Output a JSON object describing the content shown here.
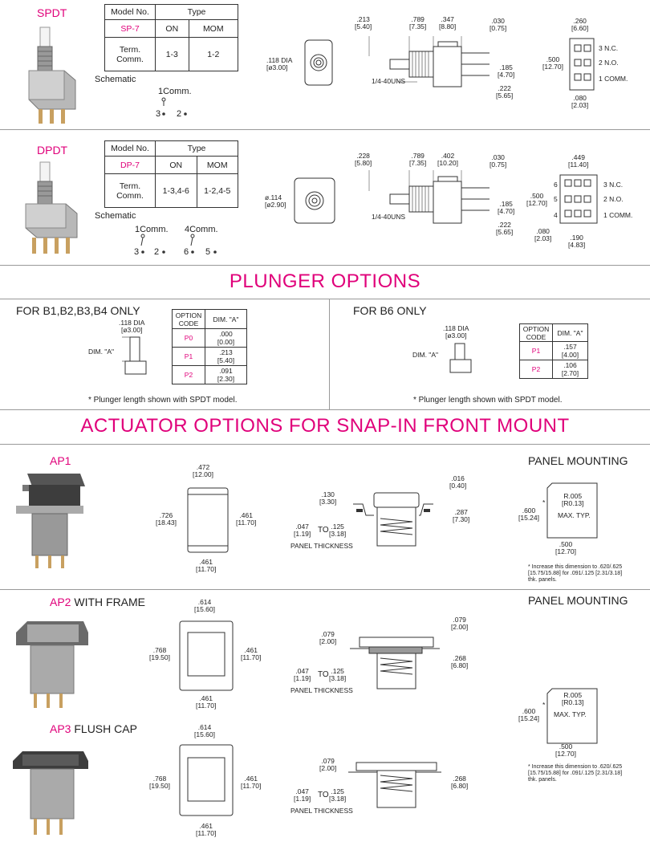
{
  "spdt": {
    "label": "SPDT",
    "table": {
      "h_model": "Model No.",
      "h_type": "Type",
      "model": "SP-7",
      "on": "ON",
      "mom": "MOM",
      "term": "Term.\nComm.",
      "term_on": "1-3",
      "term_mom": "1-2"
    },
    "schematic": "Schematic",
    "comm": "1Comm.",
    "pin3": "3",
    "pin2": "2",
    "dia": ".118  DIA\n[ø3.00]",
    "dims": {
      "d213": ".213\n[5.40]",
      "d789": ".789\n[7.35]",
      "d347": ".347\n[8.80]",
      "d030": ".030\n[0.75]",
      "d185": ".185\n[4.70]",
      "d222": ".222\n[5.65]",
      "thread": "1/4-40UNS",
      "d260": ".260\n[6.60]",
      "d500": ".500\n[12.70]",
      "d080": ".080\n[2.03]",
      "nc": "3 N.C.",
      "no": "2 N.O.",
      "com": "1 COMM."
    }
  },
  "dpdt": {
    "label": "DPDT",
    "table": {
      "h_model": "Model No.",
      "h_type": "Type",
      "model": "DP-7",
      "on": "ON",
      "mom": "MOM",
      "term": "Term.\nComm.",
      "term_on": "1-3,4-6",
      "term_mom": "1-2,4-5"
    },
    "schematic": "Schematic",
    "comm1": "1Comm.",
    "comm4": "4Comm.",
    "pin3": "3",
    "pin2": "2",
    "pin6": "6",
    "pin5": "5",
    "dia": "ø.114\n[ø2.90]",
    "dims": {
      "d228": ".228\n[5.80]",
      "d789": ".789\n[7.35]",
      "d402": ".402\n[10.20]",
      "d030": ".030\n[0.75]",
      "d185": ".185\n[4.70]",
      "d222": ".222\n[5.65]",
      "thread": "1/4-40UNS",
      "d449": ".449\n[11.40]",
      "d500": ".500\n[12.70]",
      "d080": ".080\n[2.03]",
      "d190": ".190\n[4.83]",
      "p6": "6",
      "p5": "5",
      "p4": "4",
      "nc": "3 N.C.",
      "no": "2 N.O.",
      "com": "1 COMM."
    }
  },
  "plunger": {
    "title": "PLUNGER OPTIONS",
    "left": {
      "heading": "FOR B1,B2,B3,B4 ONLY",
      "dia": ".118  DIA\n[ø3.00]",
      "dim_a": "DIM. \"A\"",
      "h_opt": "OPTION\nCODE",
      "h_dim": "DIM. \"A\"",
      "rows": [
        {
          "code": "P0",
          "val": ".000\n[0.00]"
        },
        {
          "code": "P1",
          "val": ".213\n[5.40]"
        },
        {
          "code": "P2",
          "val": ".091\n[2.30]"
        }
      ],
      "note": "* Plunger length shown with SPDT model."
    },
    "right": {
      "heading": "FOR B6 ONLY",
      "dia": ".118  DIA\n[ø3.00]",
      "dim_a": "DIM. \"A\"",
      "h_opt": "OPTION\nCODE",
      "h_dim": "DIM. \"A\"",
      "rows": [
        {
          "code": "P1",
          "val": ".157\n[4.00]"
        },
        {
          "code": "P2",
          "val": ".106\n[2.70]"
        }
      ],
      "note": "* Plunger length shown with SPDT model."
    }
  },
  "actuator": {
    "title": "ACTUATOR OPTIONS FOR SNAP-IN FRONT MOUNT",
    "ap1": {
      "code": "AP1",
      "d472": ".472\n[12.00]",
      "d726": ".726\n[18.43]",
      "d461r": ".461\n[11.70]",
      "d461b": ".461\n[11.70]",
      "d130": ".130\n[3.30]",
      "d016": ".016\n[0.40]",
      "d287": ".287\n[7.30]",
      "t047": ".047\n[1.19]",
      "to": "TO",
      "t125": ".125\n[3.18]",
      "panel_thk": "PANEL THICKNESS"
    },
    "panel1": {
      "title": "PANEL MOUNTING",
      "d600": ".600\n[15.24]",
      "r": "R.005\n[R0.13]",
      "max": "MAX. TYP.",
      "d500": ".500\n[12.70]",
      "star": "*",
      "note": "* Increase this dimension to .620/.625\n[15.75/15.88] for .091/.125 [2.31/3.18]\nthk. panels."
    },
    "ap2": {
      "code": "AP2",
      "suffix": " WITH FRAME",
      "d614": ".614\n[15.60]",
      "d768": ".768\n[19.50]",
      "d461r": ".461\n[11.70]",
      "d461b": ".461\n[11.70]",
      "d079l": ".079\n[2.00]",
      "d079r": ".079\n[2.00]",
      "d268": ".268\n[6.80]",
      "t047": ".047\n[1.19]",
      "to": "TO",
      "t125": ".125\n[3.18]",
      "panel_thk": "PANEL THICKNESS"
    },
    "panel2": {
      "title": "PANEL MOUNTING",
      "d600": ".600\n[15.24]",
      "r": "R.005\n[R0.13]",
      "max": "MAX. TYP.",
      "d500": ".500\n[12.70]",
      "star": "*",
      "note": "* Increase this dimension to .620/.625\n[15.75/15.88] for .091/.125 [2.31/3.18]\nthk. panels."
    },
    "ap3": {
      "code": "AP3",
      "suffix": " FLUSH CAP",
      "d614": ".614\n[15.60]",
      "d768": ".768\n[19.50]",
      "d461r": ".461\n[11.70]",
      "d461b": ".461\n[11.70]",
      "d079l": ".079\n[2.00]",
      "d268": ".268\n[6.80]",
      "t047": ".047\n[1.19]",
      "to": "TO",
      "t125": ".125\n[3.18]",
      "panel_thk": "PANEL THICKNESS"
    }
  }
}
